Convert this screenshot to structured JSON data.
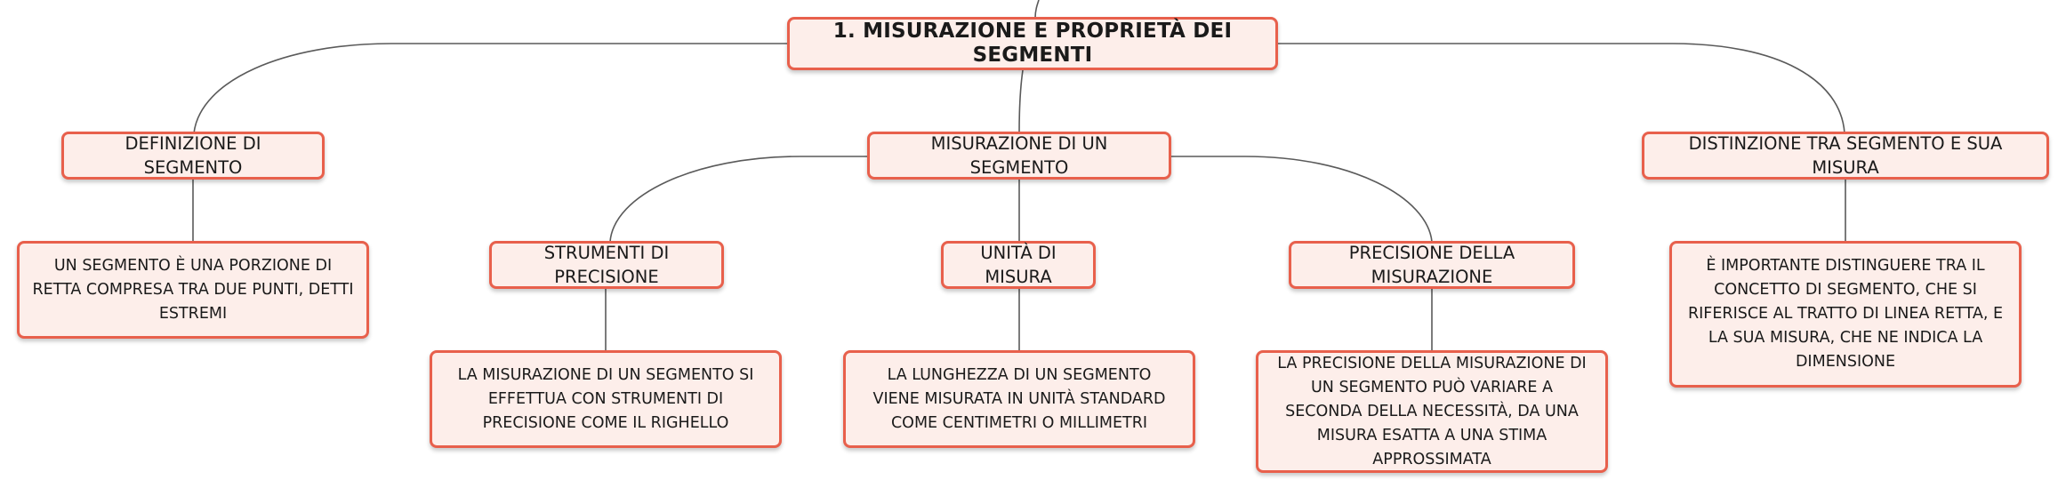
{
  "colors": {
    "border": "#e8604c",
    "fill": "#fdeeea",
    "line": "#5a5a5a",
    "text": "#1a1a1a"
  },
  "root": {
    "label": "1. MISURAZIONE E PROPRIETÀ DEI SEGMENTI"
  },
  "branches": [
    {
      "label": "DEFINIZIONE DI SEGMENTO",
      "detail": "UN SEGMENTO È UNA PORZIONE DI RETTA COMPRESA TRA DUE PUNTI, DETTI ESTREMI"
    },
    {
      "label": "MISURAZIONE DI UN SEGMENTO",
      "children": [
        {
          "label": "STRUMENTI DI PRECISIONE",
          "detail": "LA MISURAZIONE DI UN SEGMENTO SI EFFETTUA CON STRUMENTI DI PRECISIONE COME IL RIGHELLO"
        },
        {
          "label": "UNITÀ DI MISURA",
          "detail": "LA LUNGHEZZA DI UN SEGMENTO VIENE MISURATA IN UNITÀ STANDARD COME CENTIMETRI O MILLIMETRI"
        },
        {
          "label": "PRECISIONE DELLA MISURAZIONE",
          "detail": "LA PRECISIONE DELLA MISURAZIONE DI UN SEGMENTO PUÒ VARIARE A SECONDA DELLA NECESSITÀ, DA UNA MISURA ESATTA A UNA STIMA APPROSSIMATA"
        }
      ]
    },
    {
      "label": "DISTINZIONE TRA SEGMENTO E SUA MISURA",
      "detail": "È IMPORTANTE DISTINGUERE TRA IL CONCETTO DI SEGMENTO, CHE SI RIFERISCE AL TRATTO DI LINEA RETTA, E LA SUA MISURA, CHE NE INDICA LA DIMENSIONE"
    }
  ]
}
